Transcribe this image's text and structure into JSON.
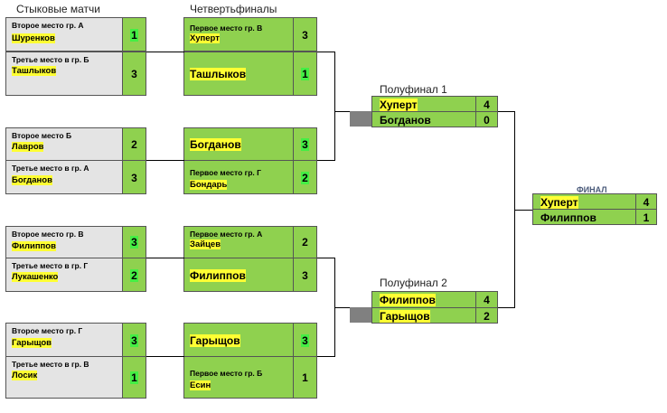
{
  "headers": {
    "playoff": "Стыковые матчи",
    "quarter": "Четвертьфиналы",
    "semi1": "Полуфинал 1",
    "semi2": "Полуфинал 2",
    "final": "ФИНАЛ"
  },
  "playoffs": [
    {
      "label": "Второе место гр. А",
      "name": "Шуренков",
      "score": "1"
    },
    {
      "label": "Третье место в гр. Б",
      "name": "Ташлыков",
      "score": "3"
    },
    {
      "label": "Второе место Б",
      "name": "Лавров",
      "score": "2"
    },
    {
      "label": "Третье место в гр. А",
      "name": "Богданов",
      "score": "3"
    },
    {
      "label": "Второе место гр. В",
      "name": "Филиппов",
      "score": "3"
    },
    {
      "label": "Третье место в гр. Г",
      "name": "Лукашенко",
      "score": "2"
    },
    {
      "label": "Второе место гр. Г",
      "name": "Гарыщов",
      "score": "3"
    },
    {
      "label": "Третье место в гр. В",
      "name": "Лосик",
      "score": "1"
    }
  ],
  "quarters": [
    {
      "label": "Первое место гр. В",
      "name": "Хуперт",
      "score": "3"
    },
    {
      "name": "Ташлыков",
      "score": "1"
    },
    {
      "name": "Богданов",
      "score": "3"
    },
    {
      "label": "Первое место гр. Г",
      "name": "Бондарь",
      "score": "2"
    },
    {
      "label": "Первое место гр. А",
      "name": "Зайцев",
      "score": "2"
    },
    {
      "name": "Филиппов",
      "score": "3"
    },
    {
      "name": "Гарыщов",
      "score": "3"
    },
    {
      "label": "Первое место гр. Б",
      "name": "Есин",
      "score": "1"
    }
  ],
  "semis": [
    {
      "rows": [
        {
          "name": "Хуперт",
          "score": "4"
        },
        {
          "name": "Богданов",
          "score": "0"
        }
      ]
    },
    {
      "rows": [
        {
          "name": "Филиппов",
          "score": "4"
        },
        {
          "name": "Гарыщов",
          "score": "2"
        }
      ]
    }
  ],
  "final": {
    "rows": [
      {
        "name": "Хуперт",
        "score": "4"
      },
      {
        "name": "Филиппов",
        "score": "1"
      }
    ]
  }
}
